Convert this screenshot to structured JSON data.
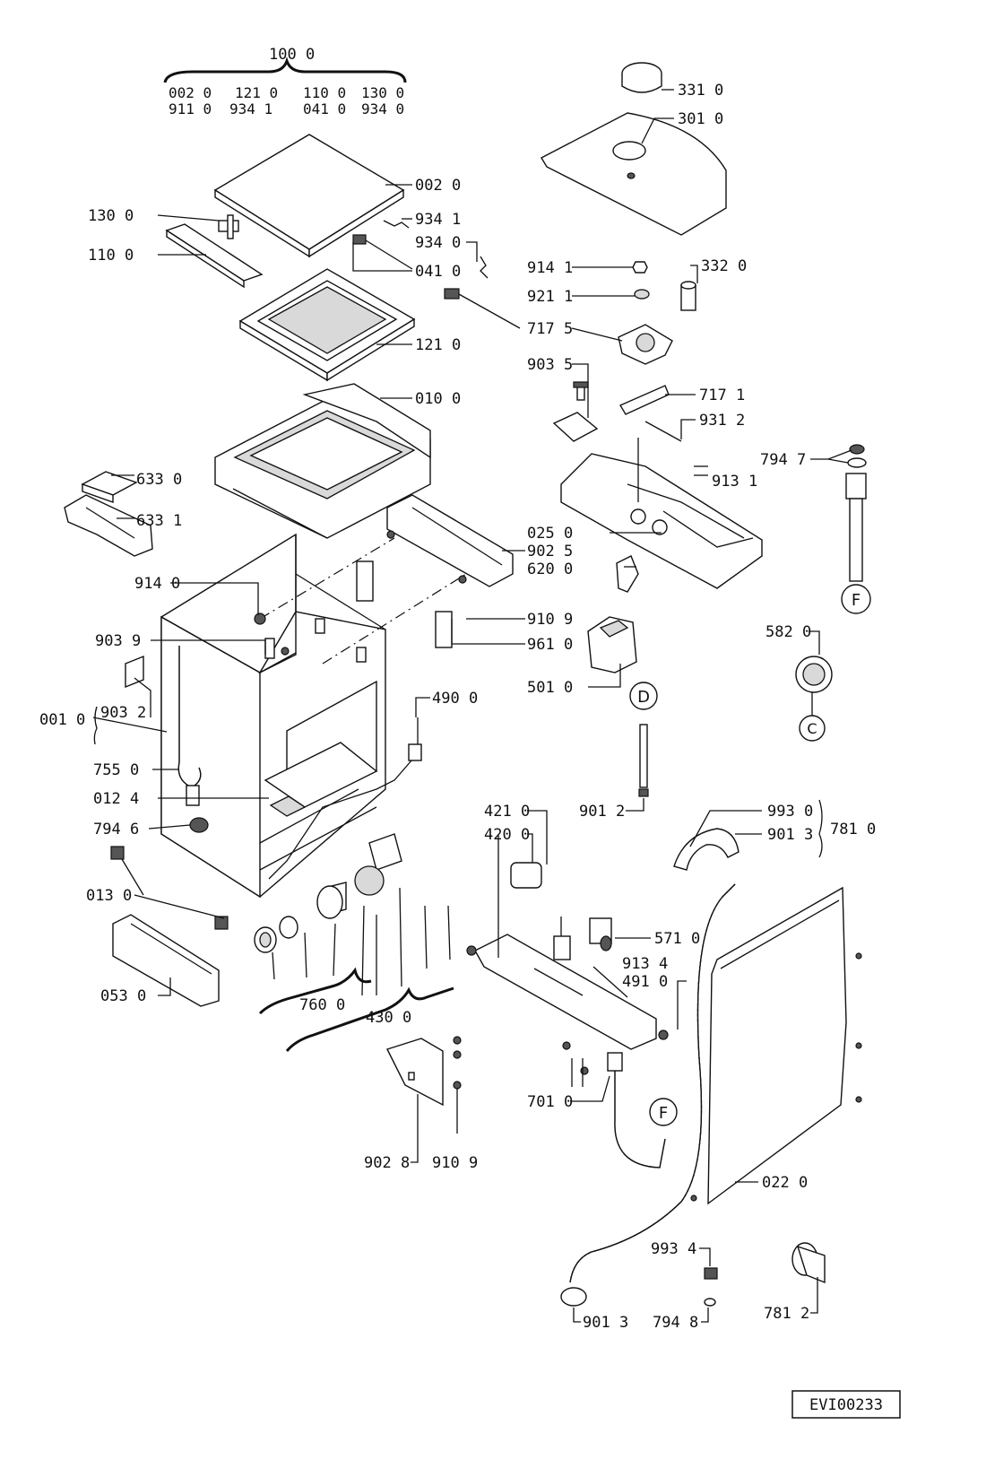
{
  "diagram": {
    "reference_code": "EVI00233",
    "group_label": "100 0",
    "group_members": [
      [
        "002 0",
        "121 0",
        "110 0",
        "130 0"
      ],
      [
        "911 0",
        "934 1",
        "041 0",
        "934 0"
      ]
    ],
    "callouts": {
      "p331": "331 0",
      "p301": "301 0",
      "p002": "002 0",
      "p934_1": "934 1",
      "p934_0": "934 0",
      "p130": "130 0",
      "p110": "110 0",
      "p041": "041 0",
      "p914_1": "914 1",
      "p332": "332 0",
      "p921_1": "921 1",
      "p717_5": "717 5",
      "p121": "121 0",
      "p903_5": "903 5",
      "p010": "010 0",
      "p717_1": "717 1",
      "p931_2": "931 2",
      "p794_7": "794 7",
      "p913_1": "913 1",
      "p633_0": "633 0",
      "p633_1": "633 1",
      "p025": "025 0",
      "p902_5": "902 5",
      "p620": "620 0",
      "p914_0": "914 0",
      "p910_9a": "910 9",
      "p903_9": "903 9",
      "p961": "961 0",
      "p582": "582 0",
      "p501": "501 0",
      "p001": "001 0",
      "p903_2": "903 2",
      "p490": "490 0",
      "p755": "755 0",
      "p012_4": "012 4",
      "p901_2": "901 2",
      "p421": "421 0",
      "p420": "420 0",
      "p993_0": "993 0",
      "p901_3a": "901 3",
      "p781": "781 0",
      "p794_6": "794 6",
      "p013": "013 0",
      "p571": "571 0",
      "p913_4": "913 4",
      "p491": "491 0",
      "p053": "053 0",
      "p760": "760 0",
      "p430": "430 0",
      "p701": "701 0",
      "p022": "022 0",
      "p902_8": "902 8",
      "p910_9b": "910 9",
      "p993_4": "993 4",
      "p781_2": "781 2",
      "p901_3b": "901 3",
      "p794_8": "794 8"
    },
    "connectors": {
      "f_top": "F",
      "f_bottom": "F",
      "c": "C",
      "d": "D"
    }
  }
}
